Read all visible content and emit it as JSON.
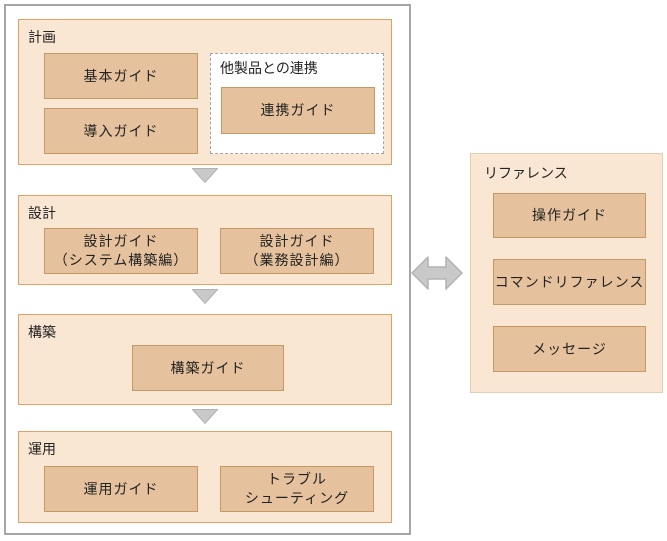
{
  "colors": {
    "panel_fill": "#f9e7d4",
    "panel_border": "#e0a263",
    "ref_panel_border": "#e7cfae",
    "box_fill": "#e5c29d",
    "box_border": "#c49964",
    "dashed_border": "#a3a3a3",
    "frame_border": "#a6a6a6",
    "arrow_fill": "#c9c9c9",
    "arrow_stroke": "#b2b2b2",
    "text": "#222222"
  },
  "phases": [
    {
      "label": "計画",
      "docs": [
        {
          "lines": [
            "基本ガイド"
          ]
        },
        {
          "lines": [
            "導入ガイド"
          ]
        }
      ],
      "subgroup": {
        "label": "他製品との連携",
        "docs": [
          {
            "lines": [
              "連携ガイド"
            ]
          }
        ]
      }
    },
    {
      "label": "設計",
      "docs": [
        {
          "lines": [
            "設計ガイド",
            "（システム構築編）"
          ]
        },
        {
          "lines": [
            "設計ガイド",
            "（業務設計編）"
          ]
        }
      ]
    },
    {
      "label": "構築",
      "docs": [
        {
          "lines": [
            "構築ガイド"
          ]
        }
      ]
    },
    {
      "label": "運用",
      "docs": [
        {
          "lines": [
            "運用ガイド"
          ]
        },
        {
          "lines": [
            "トラブル",
            "シューティング"
          ]
        }
      ]
    }
  ],
  "reference": {
    "label": "リファレンス",
    "docs": [
      {
        "lines": [
          "操作ガイド"
        ]
      },
      {
        "lines": [
          "コマンドリファレンス"
        ]
      },
      {
        "lines": [
          "メッセージ"
        ]
      }
    ]
  },
  "icons": {
    "flow_down_arrow": "down-triangle-arrow",
    "link_arrow": "left-right-double-arrow"
  }
}
